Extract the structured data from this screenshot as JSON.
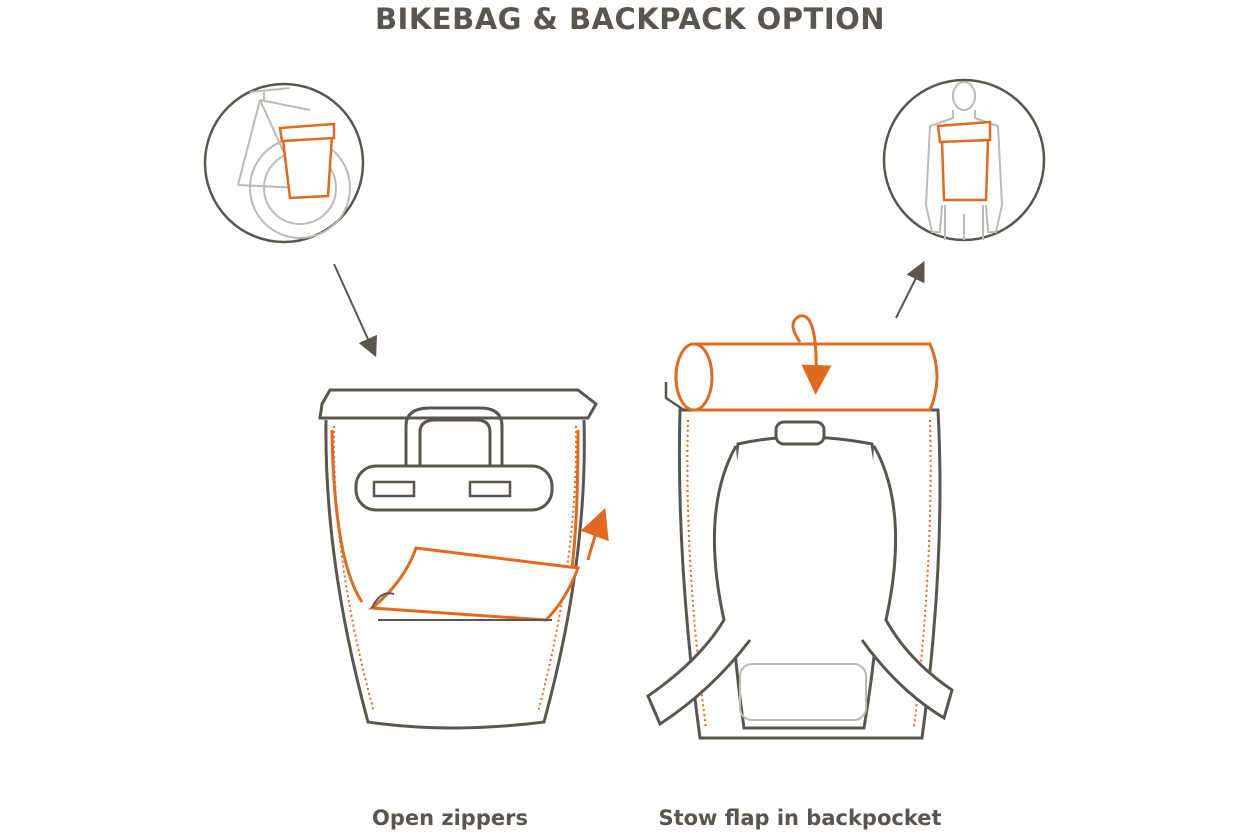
{
  "title": "BIKEBAG & BACKPACK OPTION",
  "captions": {
    "left": "Open zippers",
    "right": "Stow flap in backpocket"
  },
  "colors": {
    "outline": "#5a554f",
    "accent": "#e06a1f",
    "light_line": "#bdbab5",
    "background": "#ffffff"
  }
}
